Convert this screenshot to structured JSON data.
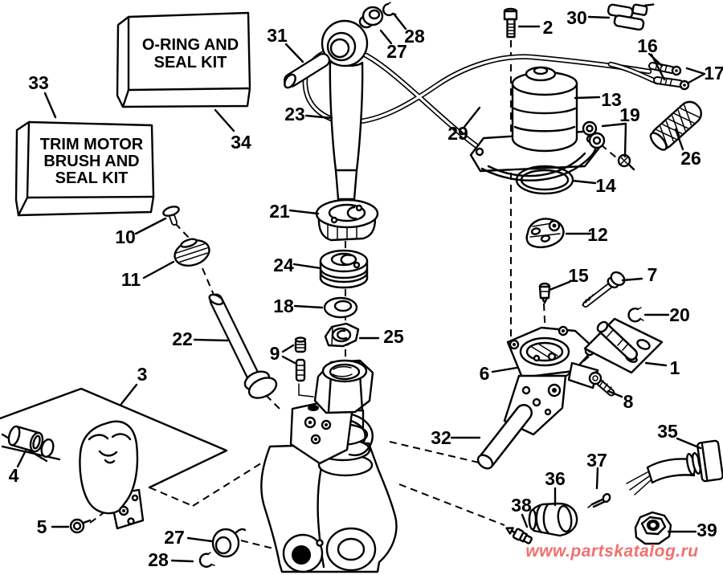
{
  "kit_boxes": {
    "oring": {
      "line1": "O-RING AND",
      "line2": "SEAL KIT"
    },
    "trim_motor": {
      "line1": "TRIM MOTOR",
      "line2": "BRUSH AND",
      "line3": "SEAL KIT"
    }
  },
  "callouts": {
    "1": "1",
    "2": "2",
    "3": "3",
    "4": "4",
    "5": "5",
    "6": "6",
    "7": "7",
    "8": "8",
    "9": "9",
    "10": "10",
    "11": "11",
    "12": "12",
    "13": "13",
    "14": "14",
    "15": "15",
    "16": "16",
    "17": "17",
    "18": "18",
    "19": "19",
    "20": "20",
    "21": "21",
    "22": "22",
    "23": "23",
    "24": "24",
    "25": "25",
    "26": "26",
    "27": "27",
    "28": "28",
    "29": "29",
    "30": "30",
    "31": "31",
    "32": "32",
    "33": "33",
    "34": "34",
    "35": "35",
    "36": "36",
    "37": "37",
    "38": "38",
    "39": "39"
  },
  "watermark": {
    "text": "www.partskatalog.ru",
    "color": "#f2706f"
  },
  "colors": {
    "line": "#000000",
    "background": "#ffffff"
  }
}
